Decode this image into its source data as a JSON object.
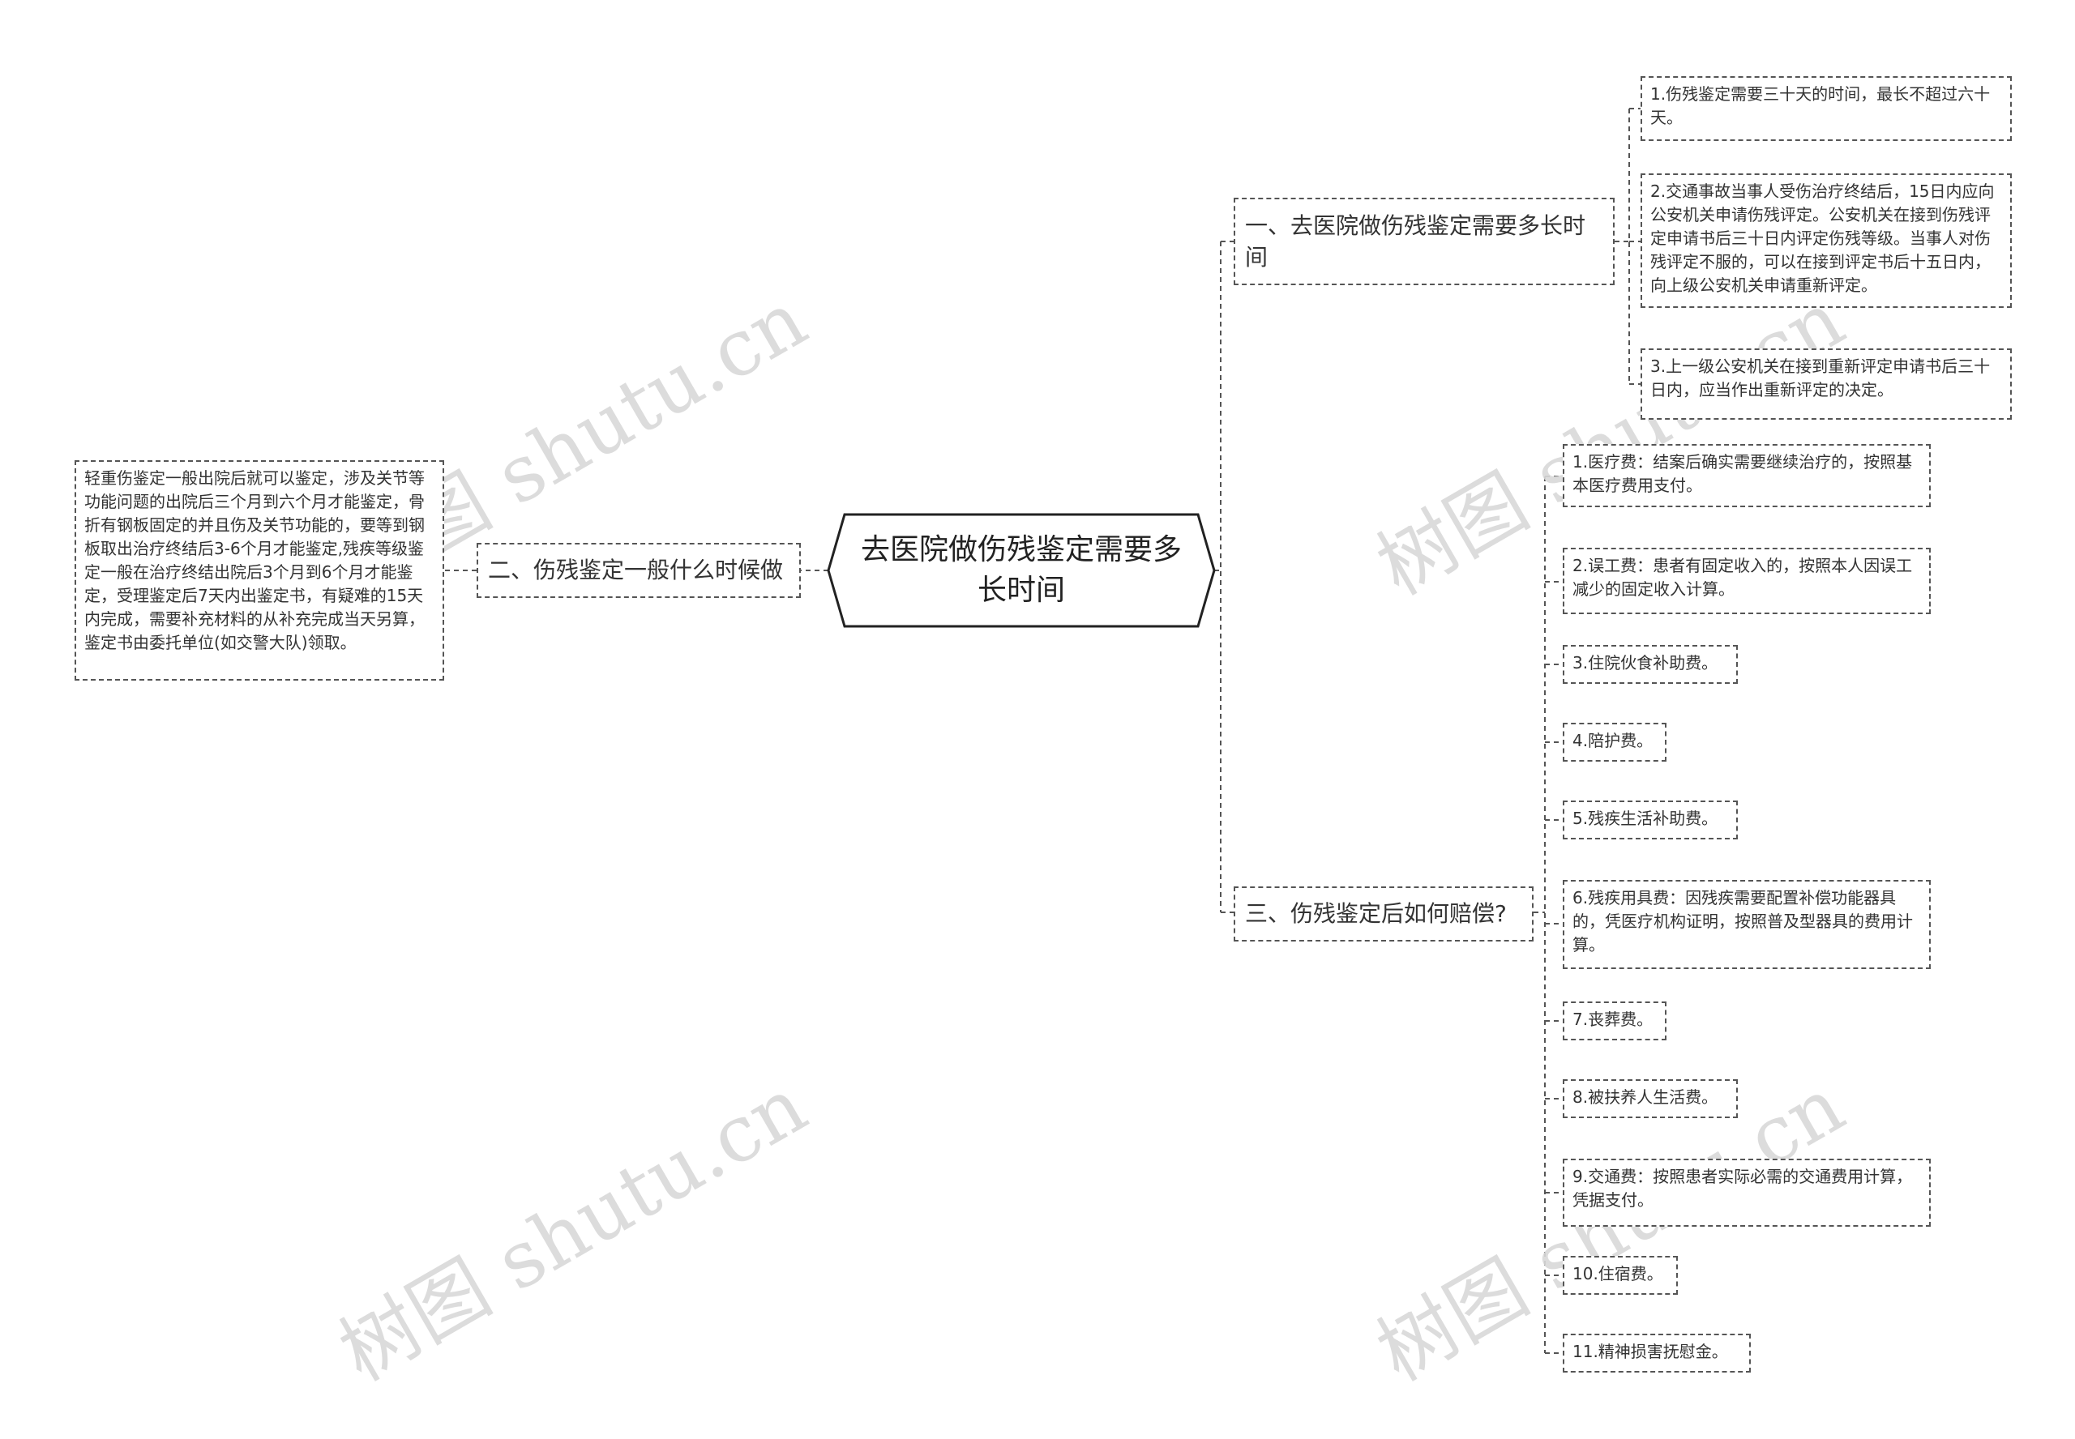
{
  "root": {
    "title": "去医院做伤残鉴定需要多长时间"
  },
  "branches": [
    {
      "label": "一、去医院做伤残鉴定需要多长时间",
      "children": [
        "1.伤残鉴定需要三十天的时间，最长不超过六十天。",
        "2.交通事故当事人受伤治疗终结后，15日内应向公安机关申请伤残评定。公安机关在接到伤残评定申请书后三十日内评定伤残等级。当事人对伤残评定不服的，可以在接到评定书后十五日内，向上级公安机关申请重新评定。",
        "3.上一级公安机关在接到重新评定申请书后三十日内，应当作出重新评定的决定。"
      ]
    },
    {
      "label": "二、伤残鉴定一般什么时候做",
      "children": [
        "轻重伤鉴定一般出院后就可以鉴定，涉及关节等功能问题的出院后三个月到六个月才能鉴定，骨折有钢板固定的并且伤及关节功能的，要等到钢板取出治疗终结后3-6个月才能鉴定,残疾等级鉴定一般在治疗终结出院后3个月到6个月才能鉴定，受理鉴定后7天内出鉴定书，有疑难的15天内完成，需要补充材料的从补充完成当天另算，鉴定书由委托单位(如交警大队)领取。"
      ]
    },
    {
      "label": "三、伤残鉴定后如何赔偿?",
      "children": [
        "1.医疗费：结案后确实需要继续治疗的，按照基本医疗费用支付。",
        "2.误工费：患者有固定收入的，按照本人因误工减少的固定收入计算。",
        "3.住院伙食补助费。",
        "4.陪护费。",
        "5.残疾生活补助费。",
        "6.残疾用具费：因残疾需要配置补偿功能器具的，凭医疗机构证明，按照普及型器具的费用计算。",
        "7.丧葬费。",
        "8.被扶养人生活费。",
        "9.交通费：按照患者实际必需的交通费用计算，凭据支付。",
        "10.住宿费。",
        "11.精神损害抚慰金。"
      ]
    }
  ],
  "watermark": "树图 shutu.cn"
}
